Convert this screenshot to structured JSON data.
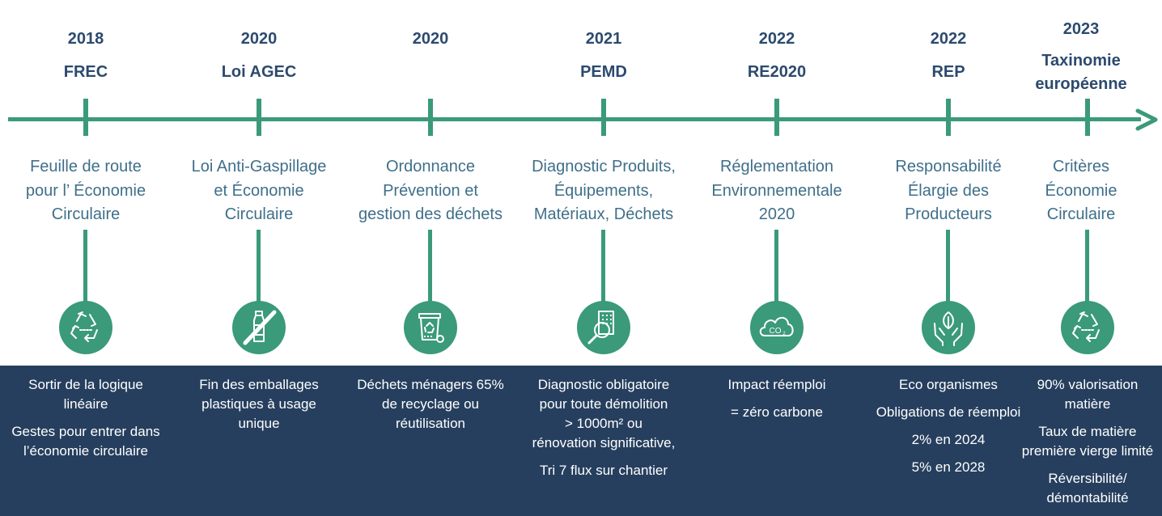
{
  "timeline": [
    {
      "year": "2018",
      "abbr": "FREC",
      "description_lines": [
        "Feuille de route",
        "pour l’ Économie",
        "Circulaire"
      ],
      "icon": "recycle-icon",
      "bullets": [
        [
          "Sortir de la logique",
          "linéaire"
        ],
        [
          "Gestes pour entrer dans",
          "l’économie circulaire"
        ]
      ]
    },
    {
      "year": "2020",
      "abbr": "Loi AGEC",
      "description_lines": [
        "Loi Anti-Gaspillage",
        "et Économie",
        "Circulaire"
      ],
      "icon": "no-plastic-bottle-icon",
      "bullets": [
        [
          "Fin des emballages",
          "plastiques à usage",
          "unique"
        ]
      ]
    },
    {
      "year": "2020",
      "abbr": "",
      "description_lines": [
        "Ordonnance",
        "Prévention et",
        "gestion des déchets"
      ],
      "icon": "recycling-bin-icon",
      "bullets": [
        [
          "Déchets ménagers 65%",
          "de recyclage ou",
          "réutilisation"
        ]
      ]
    },
    {
      "year": "2021",
      "abbr": "PEMD",
      "description_lines": [
        "Diagnostic Produits,",
        "Équipements,",
        "Matériaux, Déchets"
      ],
      "icon": "building-magnifier-icon",
      "bullets": [
        [
          "Diagnostic obligatoire",
          "pour toute démolition",
          "> 1000m² ou",
          "rénovation significative,"
        ],
        [
          "Tri 7 flux sur chantier"
        ]
      ]
    },
    {
      "year": "2022",
      "abbr": "RE2020",
      "description_lines": [
        "Réglementation",
        "Environnementale",
        "2020"
      ],
      "icon": "co2-cloud-icon",
      "bullets": [
        [
          "Impact réemploi"
        ],
        [
          "= zéro carbone"
        ]
      ]
    },
    {
      "year": "2022",
      "abbr": "REP",
      "description_lines": [
        "Responsabilité",
        "Élargie des",
        "Producteurs"
      ],
      "icon": "hands-leaf-icon",
      "bullets": [
        [
          "Eco organismes"
        ],
        [
          "Obligations de réemploi"
        ],
        [
          "2% en 2024"
        ],
        [
          "5% en 2028"
        ]
      ]
    },
    {
      "year": "2023",
      "abbr": "Taxinomie européenne",
      "abbr_lines": [
        "Taxinomie",
        "européenne"
      ],
      "description_lines": [
        "Critères",
        "Économie",
        "Circulaire"
      ],
      "icon": "recycle-icon",
      "bullets": [
        [
          "90% valorisation",
          "matière"
        ],
        [
          "Taux de matière",
          "première vierge limité"
        ],
        [
          "Réversibilité/",
          "démontabilité"
        ]
      ]
    }
  ],
  "colors": {
    "accent": "#3a9a7a",
    "title": "#2c4a6e",
    "description": "#3f6f8a",
    "panel": "#263f5e",
    "panel_text": "#ffffff"
  }
}
